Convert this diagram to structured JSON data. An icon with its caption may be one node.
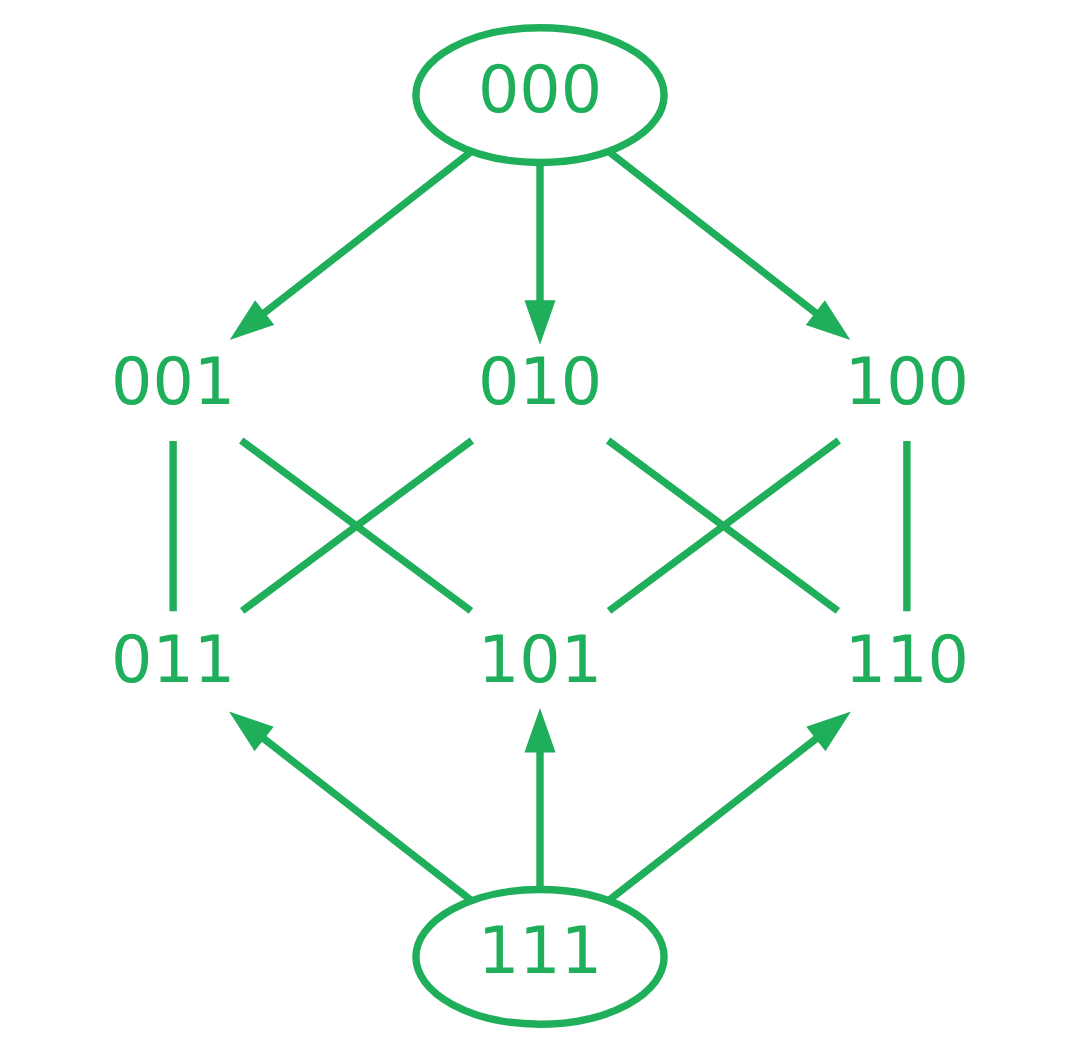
{
  "diagram": {
    "nodes": [
      {
        "text": [
          "000"
        ]
      },
      {
        "text": [
          "100"
        ]
      },
      {
        "text": [
          "010"
        ]
      },
      {
        "text": [
          "001"
        ]
      },
      {
        "text": [
          "011"
        ]
      },
      {
        "text": [
          "101"
        ]
      },
      {
        "text": [
          "110"
        ]
      },
      {
        "text": [
          "111"
        ]
      }
    ],
    "edges": [
      {
        "from": 0,
        "to": 1,
        "arrow": "to"
      },
      {
        "from": 0,
        "to": 2,
        "arrow": "to"
      },
      {
        "from": 0,
        "to": 3,
        "arrow": "to"
      },
      {
        "from": 1,
        "to": 5,
        "arrow": "none"
      },
      {
        "from": 1,
        "to": 6,
        "arrow": "none"
      },
      {
        "from": 2,
        "to": 4,
        "arrow": "none"
      },
      {
        "from": 2,
        "to": 6,
        "arrow": "none"
      },
      {
        "from": 3,
        "to": 4,
        "arrow": "none"
      },
      {
        "from": 3,
        "to": 5,
        "arrow": "none"
      },
      {
        "from": 7,
        "to": 4,
        "arrow": "to"
      },
      {
        "from": 7,
        "to": 5,
        "arrow": "to"
      },
      {
        "from": 7,
        "to": 6,
        "arrow": "to"
      }
    ]
  }
}
